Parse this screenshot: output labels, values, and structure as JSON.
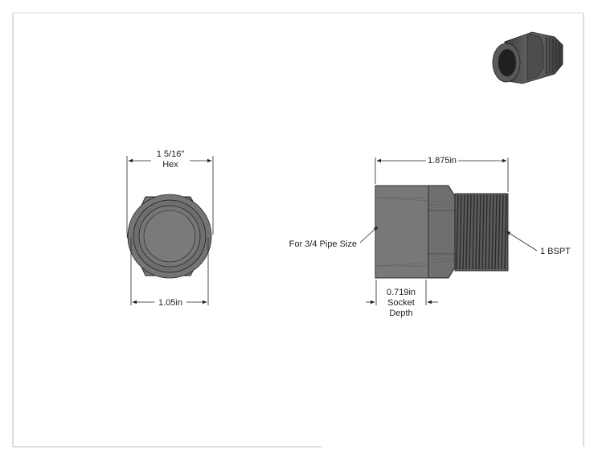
{
  "title": "",
  "front_view": {
    "hex_label_line1": "1 5/16\"",
    "hex_label_line2": "Hex",
    "width_label": "1.05in"
  },
  "side_view": {
    "length_label": "1.875in",
    "pipe_label": "For 3/4 Pipe Size",
    "thread_label": "1 BSPT",
    "socket_line1": "0.719in",
    "socket_line2": "Socket",
    "socket_line3": "Depth"
  },
  "colors": {
    "body": "#7a7a7a",
    "body_dark": "#4d4d4d",
    "line": "#222222",
    "frame": "#bbbbbb"
  }
}
